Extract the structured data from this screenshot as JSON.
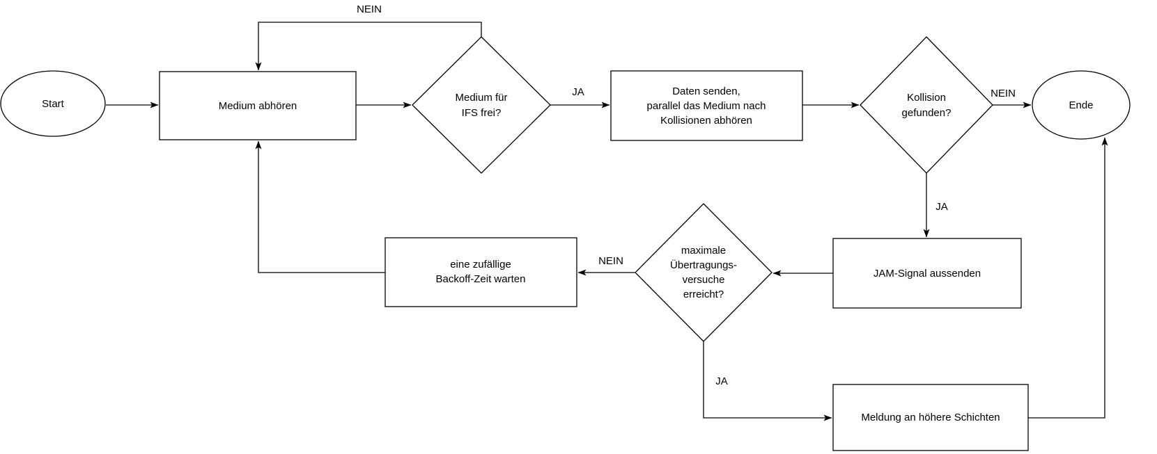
{
  "diagram": {
    "background_color": "#ffffff",
    "node_fill_color": "#ffffff",
    "stroke_color": "#000000",
    "text_color": "#000000"
  },
  "nodes": {
    "start": {
      "type": "terminator",
      "label": "Start"
    },
    "ende": {
      "type": "terminator",
      "label": "Ende"
    },
    "medium_abhoeren": {
      "type": "process",
      "lines": [
        "Medium abhören"
      ]
    },
    "ifs_frei": {
      "type": "decision",
      "lines": [
        "Medium für",
        "IFS frei?"
      ]
    },
    "daten_senden": {
      "type": "process",
      "lines": [
        "Daten senden,",
        "parallel das Medium nach",
        "Kollisionen abhören"
      ]
    },
    "kollision_gefunden": {
      "type": "decision",
      "lines": [
        "Kollision",
        "gefunden?"
      ]
    },
    "jam_signal": {
      "type": "process",
      "lines": [
        "JAM-Signal aussenden"
      ]
    },
    "max_versuche": {
      "type": "decision",
      "lines": [
        "maximale",
        "Übertragungs-",
        "versuche",
        "erreicht?"
      ]
    },
    "backoff": {
      "type": "process",
      "lines": [
        "eine zufällige",
        "Backoff-Zeit warten"
      ]
    },
    "meldung": {
      "type": "process",
      "lines": [
        "Meldung an höhere Schichten"
      ]
    }
  },
  "edge_labels": {
    "ifs_frei_nein": "NEIN",
    "ifs_frei_ja": "JA",
    "kollision_nein": "NEIN",
    "kollision_ja": "JA",
    "max_versuche_nein": "NEIN",
    "max_versuche_ja": "JA"
  }
}
